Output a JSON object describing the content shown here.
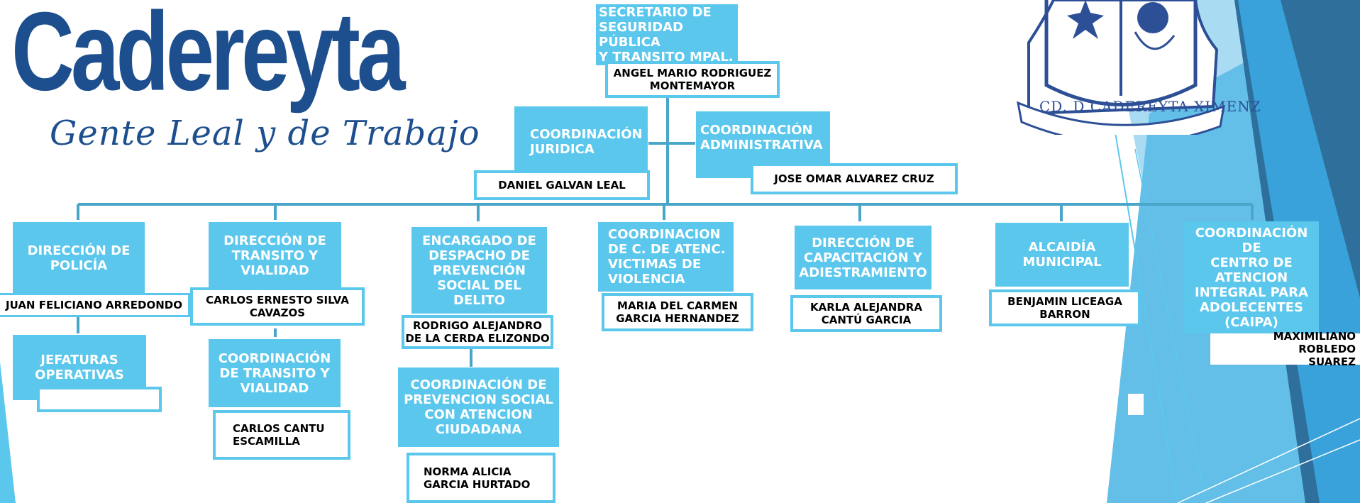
{
  "logo": {
    "wordmark": "Cadereyta",
    "slogan": "Gente Leal y de Trabajo"
  },
  "seal": {
    "ribbon_text": "CD. D CADEREYTA XIMENZ"
  },
  "colors": {
    "box_fill": "#5bc7ec",
    "connector": "#4aa6c9",
    "logo_blue": "#1d4f8e",
    "deco_dark": "#2e6f9b",
    "deco_mid": "#3aa2db",
    "deco_light": "#a9dcf2"
  },
  "org": {
    "head": {
      "title": "SECRETARIO DE\nSEGURIDAD PÚBLICA\nY TRANSITO MPAL.",
      "name": "ANGEL MARIO RODRIGUEZ\nMONTEMAYOR"
    },
    "staff": [
      {
        "title": "COORDINACIÓN\nJURIDICA",
        "name": "DANIEL GALVAN LEAL"
      },
      {
        "title": "COORDINACIÓN\nADMINISTRATIVA",
        "name": "JOSE OMAR ALVAREZ CRUZ"
      }
    ],
    "units": [
      {
        "title": "DIRECCIÓN DE\nPOLICÍA",
        "name": "JUAN FELICIANO ARREDONDO"
      },
      {
        "title": "DIRECCIÓN DE\nTRANSITO Y\nVIALIDAD",
        "name": "CARLOS ERNESTO SILVA\nCAVAZOS"
      },
      {
        "title": "ENCARGADO DE\nDESPACHO DE\nPREVENCIÓN\nSOCIAL DEL\nDELITO",
        "name": "RODRIGO ALEJANDRO\nDE LA CERDA ELIZONDO"
      },
      {
        "title": "COORDINACION\nDE C. DE ATENC.\nVICTIMAS DE\nVIOLENCIA",
        "name": "MARIA DEL CARMEN\nGARCIA HERNANDEZ"
      },
      {
        "title": "DIRECCIÓN DE\nCAPACITACIÓN Y\nADIESTRAMIENTO",
        "name": "KARLA ALEJANDRA\nCANTÚ GARCIA"
      },
      {
        "title": "ALCAIDÍA\nMUNICIPAL",
        "name": "BENJAMIN LICEAGA\nBARRON"
      },
      {
        "title": "COORDINACIÓN DE\nCENTRO DE\nATENCION\nINTEGRAL PARA\nADOLECENTES\n(CAIPA)",
        "name": "MAXIMILIANO ROBLEDO\nSUAREZ"
      }
    ],
    "sub_units": [
      {
        "title": "JEFATURAS\nOPERATIVAS",
        "name": ""
      },
      {
        "title": "COORDINACIÓN\nDE TRANSITO Y\nVIALIDAD",
        "name": "CARLOS CANTU\nESCAMILLA"
      },
      {
        "title": "COORDINACIÓN DE\nPREVENCION SOCIAL\nCON ATENCION\nCIUDADANA",
        "name": "NORMA ALICIA\nGARCIA HURTADO"
      }
    ]
  }
}
